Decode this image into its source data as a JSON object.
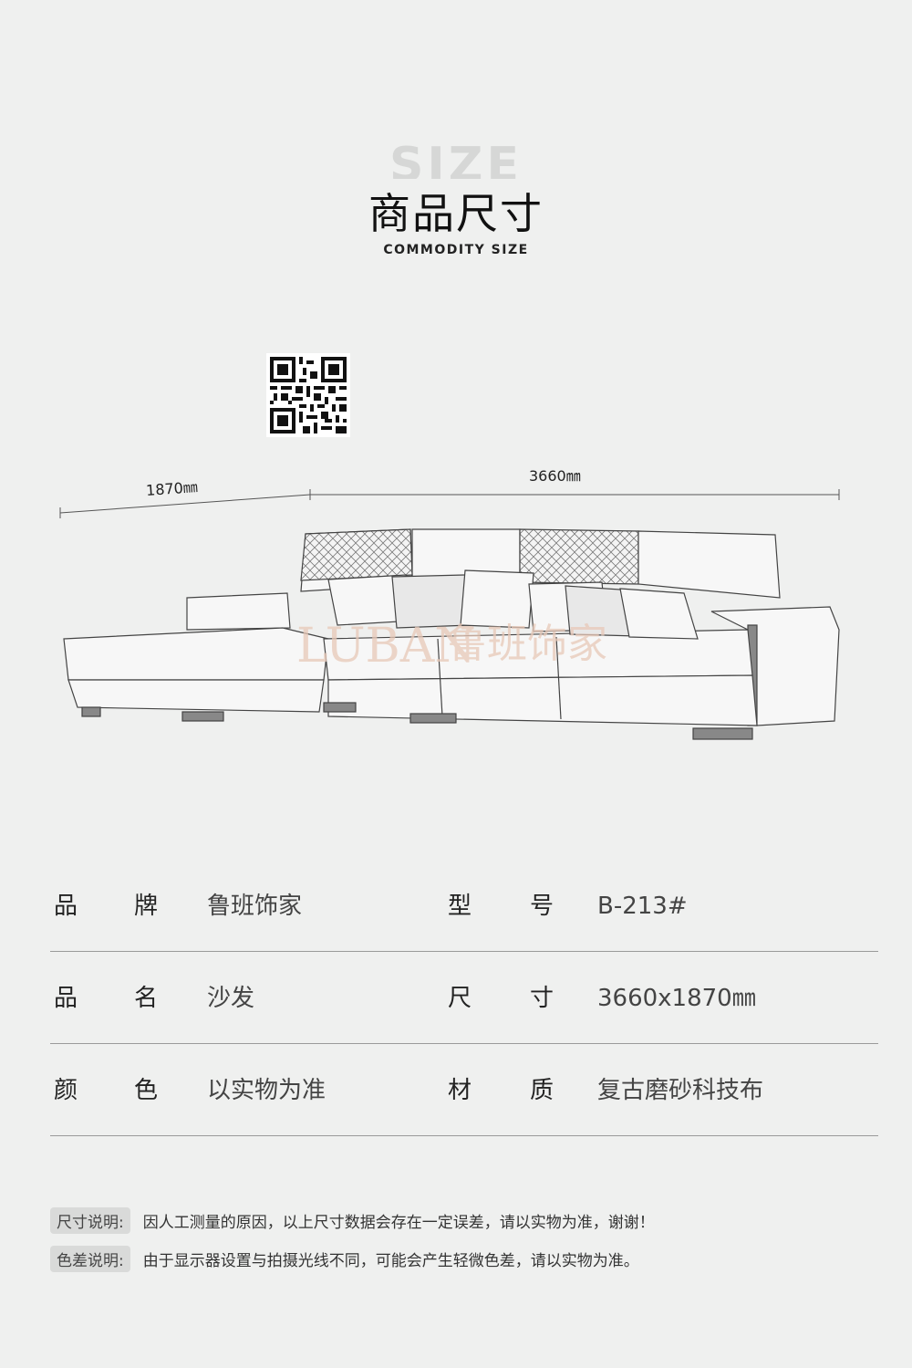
{
  "header": {
    "bg_word": "SIZE",
    "title": "商品尺寸",
    "subtitle": "COMMODITY SIZE"
  },
  "qr_code": {
    "icon": "qr-code-icon"
  },
  "dimensions": {
    "depth": "1870㎜",
    "width": "3660㎜"
  },
  "watermark": {
    "latin": "LUBAN",
    "chinese": "鲁班饰家"
  },
  "specs": [
    {
      "label1": "品",
      "label2": "牌",
      "value": "鲁班饰家",
      "label3": "型",
      "label4": "号",
      "value2": "B-213#"
    },
    {
      "label1": "品",
      "label2": "名",
      "value": "沙发",
      "label3": "尺",
      "label4": "寸",
      "value2": "3660x1870㎜"
    },
    {
      "label1": "颜",
      "label2": "色",
      "value": "以实物为准",
      "label3": "材",
      "label4": "质",
      "value2": "复古磨砂科技布"
    }
  ],
  "notes": [
    {
      "tag": "尺寸说明:",
      "text": "因人工测量的原因，以上尺寸数据会存在一定误差，请以实物为准，谢谢！"
    },
    {
      "tag": "色差说明:",
      "text": "由于显示器设置与拍摄光线不同，可能会产生轻微色差，请以实物为准。"
    }
  ],
  "colors": {
    "background": "#eff0ef",
    "watermark": "#e8c9b8",
    "divider": "#9a9a9a"
  }
}
